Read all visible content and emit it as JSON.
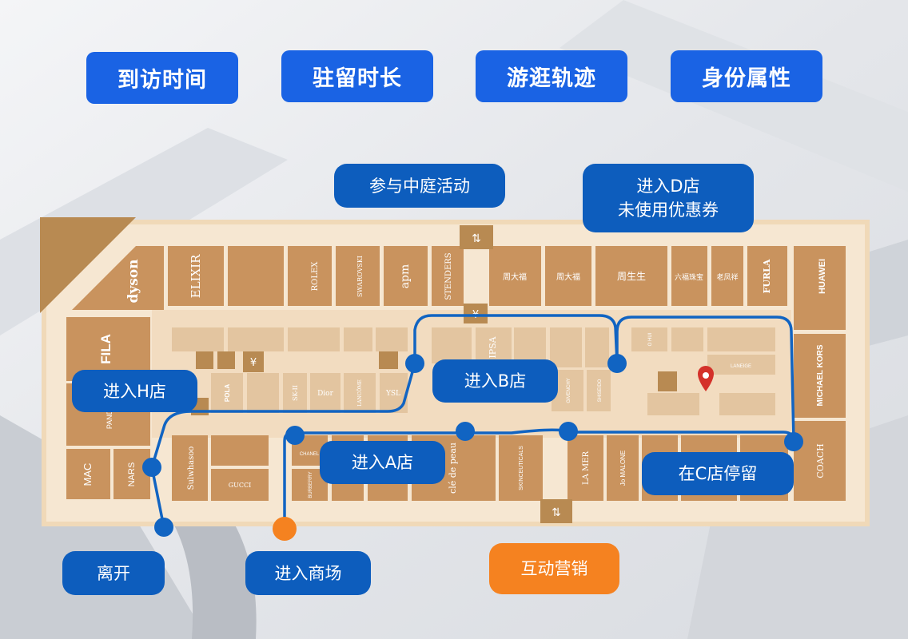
{
  "tabs": {
    "visit_time": "到访时间",
    "stay_duration": "驻留时长",
    "route": "游逛轨迹",
    "identity": "身份属性"
  },
  "callouts": {
    "atrium": "参与中庭活动",
    "store_d_line1": "进入D店",
    "store_d_line2": "未使用优惠券",
    "store_h": "进入H店",
    "store_b": "进入B店",
    "store_a": "进入A店",
    "store_c": "在C店停留",
    "leave": "离开",
    "enter_mall": "进入商场",
    "interactive": "互动营销"
  },
  "brands": {
    "dyson": "dyson",
    "elixir": "ELIXIR",
    "rolex": "ROLEX",
    "swarovski": "SWAROVSKI",
    "apm": "apm",
    "stenders": "STENDERS",
    "zhoudafu1": "周大福",
    "zhoudafu2": "周大福",
    "zhoushengsheng": "周生生",
    "liufu": "六福珠宝",
    "laofengxiang": "老凤祥",
    "furla": "FURLA",
    "huawei": "HUAWEI",
    "fila": "FILA",
    "pandora": "PAND",
    "michael_kors": "MICHAEL KORS",
    "mac": "MAC",
    "nars": "NARS",
    "sulwhasoo": "Sulwhasoo",
    "gucci": "GUCCI",
    "chanel": "CHANEL",
    "burberry": "BURBERRY",
    "cledepeau": "clé de peau",
    "skinceuticals": "SKINCEUTICALS",
    "lamer": "LA MER",
    "jomalone": "Jo MALONE",
    "coach": "COACH",
    "pola": "POLA",
    "skii": "SK-II",
    "dior": "Dior",
    "lancome": "LANCÔME",
    "ysl": "YSL",
    "ipsa": "IPSA",
    "givenchy": "GIVENCHY",
    "shiseido": "SHISEIDO",
    "ohui": "O HUI",
    "laneige": "LANEIGE"
  },
  "icons": {
    "escalator": "escalator-icon",
    "restroom": "restroom-icon",
    "currency": "currency-exchange-icon",
    "location": "location-pin-icon"
  },
  "colors": {
    "tab_blue": "#1a63e4",
    "callout_blue": "#0d5dbd",
    "orange": "#f58220",
    "store_brown": "#c9935e",
    "corridor": "#f2dcc0"
  }
}
